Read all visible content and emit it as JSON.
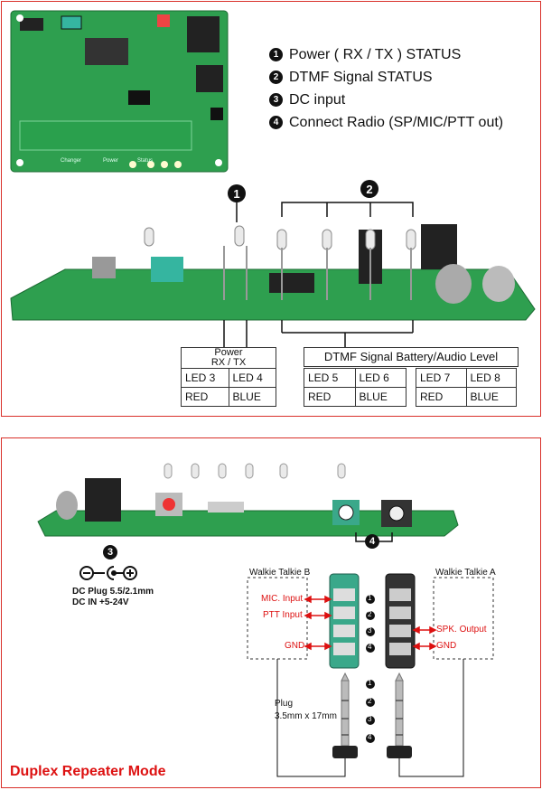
{
  "legend": [
    {
      "num": "1",
      "text": "Power ( RX / TX ) STATUS"
    },
    {
      "num": "2",
      "text": "DTMF Signal STATUS"
    },
    {
      "num": "3",
      "text": "DC input"
    },
    {
      "num": "4",
      "text": "Connect  Radio (SP/MIC/PTT out)"
    }
  ],
  "markers": {
    "one": "1",
    "two": "2",
    "three": "3",
    "four": "4"
  },
  "pcb_silkscreen": {
    "changer": "Changer",
    "power": "Power",
    "status": "Status"
  },
  "power_table": {
    "header_line1": "Power",
    "header_line2": "RX / TX",
    "led_a": "LED 3",
    "led_b": "LED 4",
    "color_a": "RED",
    "color_b": "BLUE"
  },
  "dtmf_table": {
    "header": "DTMF Signal Battery/Audio Level",
    "led_5": "LED 5",
    "led_6": "LED 6",
    "led_7": "LED 7",
    "led_8": "LED 8",
    "color_5": "RED",
    "color_6": "BLUE",
    "color_7": "RED",
    "color_8": "BLUE"
  },
  "dc": {
    "line1": "DC Plug 5.5/2.1mm",
    "line2": "DC IN +5-24V"
  },
  "walkie_b": {
    "title": "Walkie Talkie B",
    "mic": "MIC. Input",
    "ptt": "PTT Input",
    "gnd": "GND"
  },
  "walkie_a": {
    "title": "Walkie Talkie A",
    "spk": "SPK. Output",
    "gnd": "GND"
  },
  "pin_numbers": [
    "1",
    "2",
    "3",
    "4"
  ],
  "plug": {
    "line1": "Plug",
    "line2": "3.5mm x 17mm"
  },
  "footer": {
    "title": "Duplex Repeater Mode"
  },
  "colors": {
    "pcb_green": "#2e9f4f",
    "frame_red": "#d9302a",
    "label_red": "#dd1111",
    "jack_teal": "#3aa88a"
  }
}
